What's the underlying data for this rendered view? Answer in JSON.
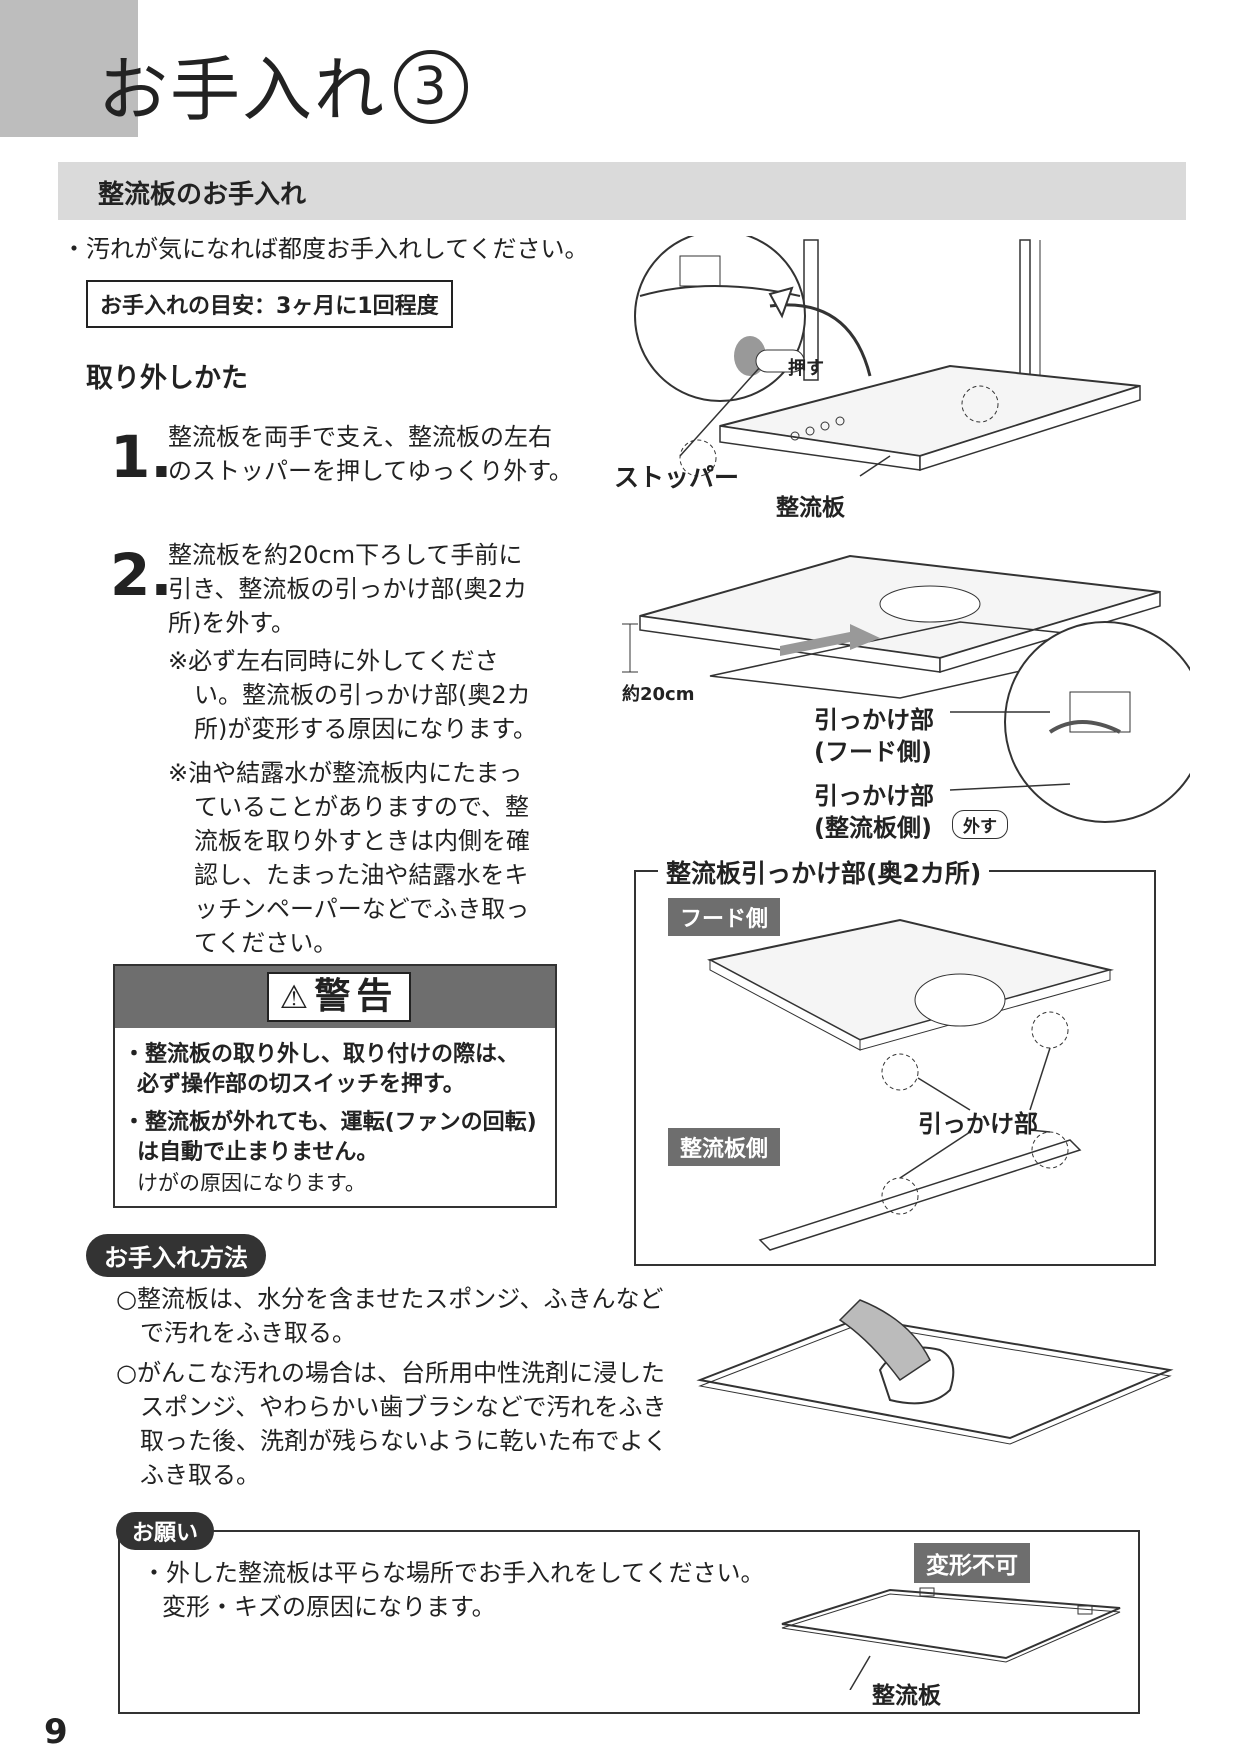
{
  "page": {
    "title": "お手入れ",
    "title_number": "3",
    "page_number": "9"
  },
  "section": {
    "title": "整流板のお手入れ",
    "intro": "・汚れが気になれば都度お手入れしてください。",
    "guide": "お手入れの目安：3ヶ月に1回程度",
    "removal_heading": "取り外しかた"
  },
  "steps": [
    {
      "num": "1.",
      "lines": [
        "整流板を両手で支え、整流板の左右",
        "のストッパーを押してゆっくり外す。"
      ]
    },
    {
      "num": "2.",
      "lines": [
        "整流板を約20cm下ろして手前に",
        "引き、整流板の引っかけ部(奥2カ",
        "所)を外す。"
      ]
    }
  ],
  "notes": [
    [
      "※必ず左右同時に外してくださ",
      "い。整流板の引っかけ部(奥2カ",
      "所)が変形する原因になります。"
    ],
    [
      "※油や結露水が整流板内にたまっ",
      "ていることがありますので、整",
      "流板を取り外すときは内側を確",
      "認し、たまった油や結露水をキ",
      "ッチンペーパーなどでふき取っ",
      "てください。"
    ]
  ],
  "warning": {
    "label": "警告",
    "items": [
      [
        "・整流板の取り外し、取り付けの際は、",
        "必ず操作部の切スイッチを押す。"
      ],
      [
        "・整流板が外れても、運転(ファンの回転)",
        "は自動で止まりません。"
      ]
    ],
    "footnote": "けがの原因になります。"
  },
  "method": {
    "heading": "お手入れ方法",
    "items": [
      [
        "○整流板は、水分を含ませたスポンジ、ふきんなど",
        "で汚れをふき取る。"
      ],
      [
        "○がんこな汚れの場合は、台所用中性洗剤に浸した",
        "スポンジ、やわらかい歯ブラシなどで汚れをふき",
        "取った後、洗剤が残らないように乾いた布でよく",
        "ふき取る。"
      ]
    ]
  },
  "request": {
    "heading": "お願い",
    "lines": [
      "・外した整流板は平らな場所でお手入れをしてください。",
      "変形・キズの原因になります。"
    ],
    "tag": "変形不可",
    "fig_label": "整流板"
  },
  "figures": {
    "fig1": {
      "push": "押す",
      "stopper": "ストッパー",
      "panel": "整流板"
    },
    "fig2": {
      "dim": "約20cm",
      "hook_hood_1": "引っかけ部",
      "hook_hood_2": "(フード側)",
      "hook_panel_1": "引っかけ部",
      "hook_panel_2": "(整流板側)",
      "remove": "外す"
    },
    "fig3": {
      "title": "整流板引っかけ部(奥2カ所)",
      "hood_tag": "フード側",
      "panel_tag": "整流板側",
      "hook": "引っかけ部"
    }
  }
}
